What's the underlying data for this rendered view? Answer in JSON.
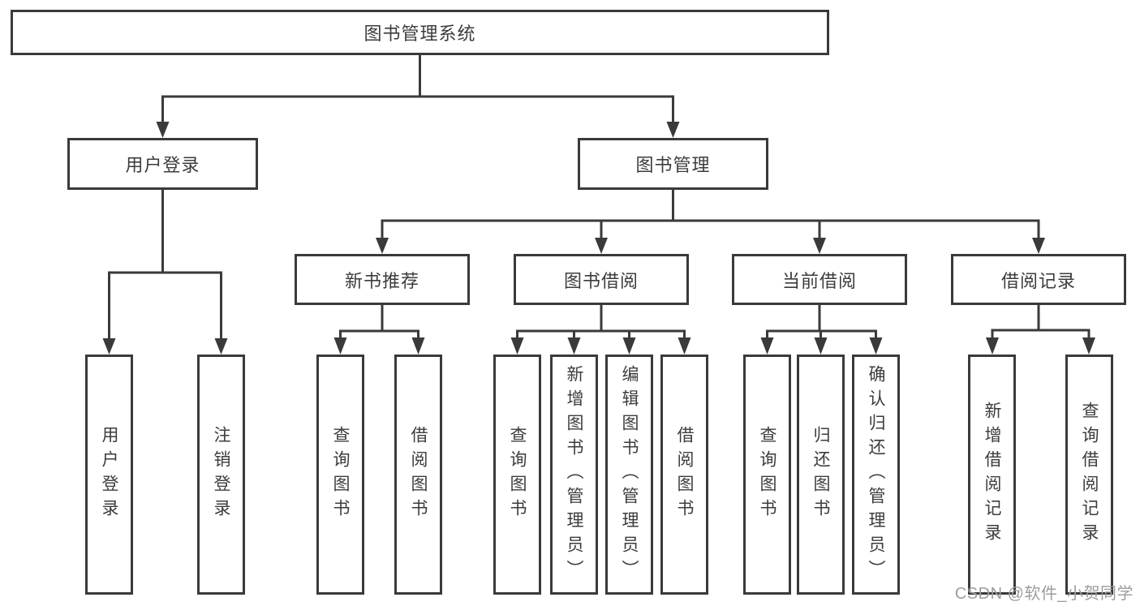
{
  "tree": {
    "root": {
      "label": "图书管理系统"
    },
    "branches": [
      {
        "label": "用户登录",
        "children": [
          {
            "label": "用户登录"
          },
          {
            "label": "注销登录"
          }
        ]
      },
      {
        "label": "图书管理",
        "children": [
          {
            "label": "新书推荐",
            "children": [
              {
                "label": "查询图书"
              },
              {
                "label": "借阅图书"
              }
            ]
          },
          {
            "label": "图书借阅",
            "children": [
              {
                "label": "查询图书"
              },
              {
                "label": "新增图书（管理员）"
              },
              {
                "label": "编辑图书（管理员）"
              },
              {
                "label": "借阅图书"
              }
            ]
          },
          {
            "label": "当前借阅",
            "children": [
              {
                "label": "查询图书"
              },
              {
                "label": "归还图书"
              },
              {
                "label": "确认归还（管理员）"
              }
            ]
          },
          {
            "label": "借阅记录",
            "children": [
              {
                "label": "新增借阅记录"
              },
              {
                "label": "查询借阅记录"
              }
            ]
          }
        ]
      }
    ]
  },
  "page": {
    "watermark": "CSDN @软件_小贺同学"
  }
}
